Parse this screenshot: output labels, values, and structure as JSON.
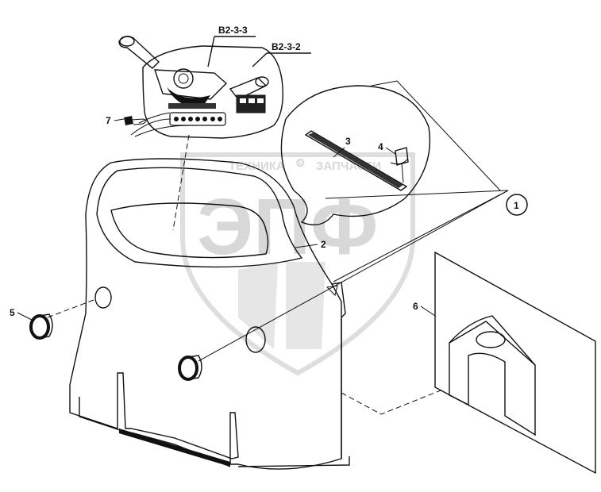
{
  "watermark": {
    "top_text_left": "ТЕХНИКА",
    "top_text_right": "ЗАПЧАСТИ",
    "main_text": "ЭПФ"
  },
  "callouts": {
    "b233": "B2-3-3",
    "b232": "B2-3-2",
    "p1": "1",
    "p2": "2",
    "p3": "3",
    "p4": "4",
    "p5": "5",
    "p6": "6",
    "p7": "7"
  },
  "colors": {
    "line": "#111111",
    "watermark": "#d8d8d8",
    "background": "#ffffff"
  }
}
